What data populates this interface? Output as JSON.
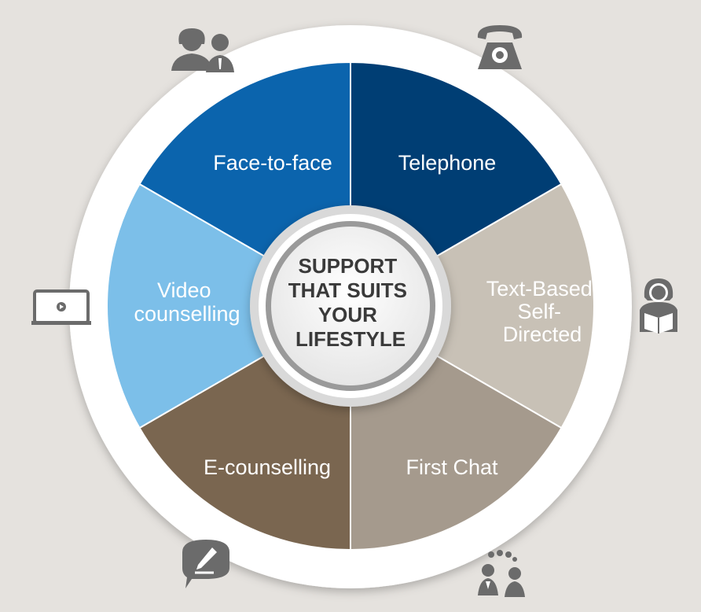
{
  "center": {
    "lines": [
      "SUPPORT",
      "THAT SUITS",
      "YOUR",
      "LIFESTYLE"
    ]
  },
  "segments": [
    {
      "id": "face-to-face",
      "lines": [
        "Face-to-face"
      ],
      "color": "#0b64ad",
      "icon": "people-icon"
    },
    {
      "id": "telephone",
      "lines": [
        "Telephone"
      ],
      "color": "#003e74",
      "icon": "telephone-icon"
    },
    {
      "id": "text-based",
      "lines": [
        "Text-Based",
        "Self-",
        "Directed"
      ],
      "color": "#c8c1b6",
      "icon": "reader-icon"
    },
    {
      "id": "first-chat",
      "lines": [
        "First Chat"
      ],
      "color": "#a59a8d",
      "icon": "chat-people-icon"
    },
    {
      "id": "e-counselling",
      "lines": [
        "E-counselling"
      ],
      "color": "#7a6650",
      "icon": "pen-message-icon"
    },
    {
      "id": "video-counselling",
      "lines": [
        "Video",
        "counselling"
      ],
      "color": "#7cbfe9",
      "icon": "video-player-icon"
    }
  ],
  "colors": {
    "background": "#e5e2de",
    "ring": "#ffffff",
    "icon": "#6b6b6b",
    "center_text": "#3a3a3a"
  }
}
